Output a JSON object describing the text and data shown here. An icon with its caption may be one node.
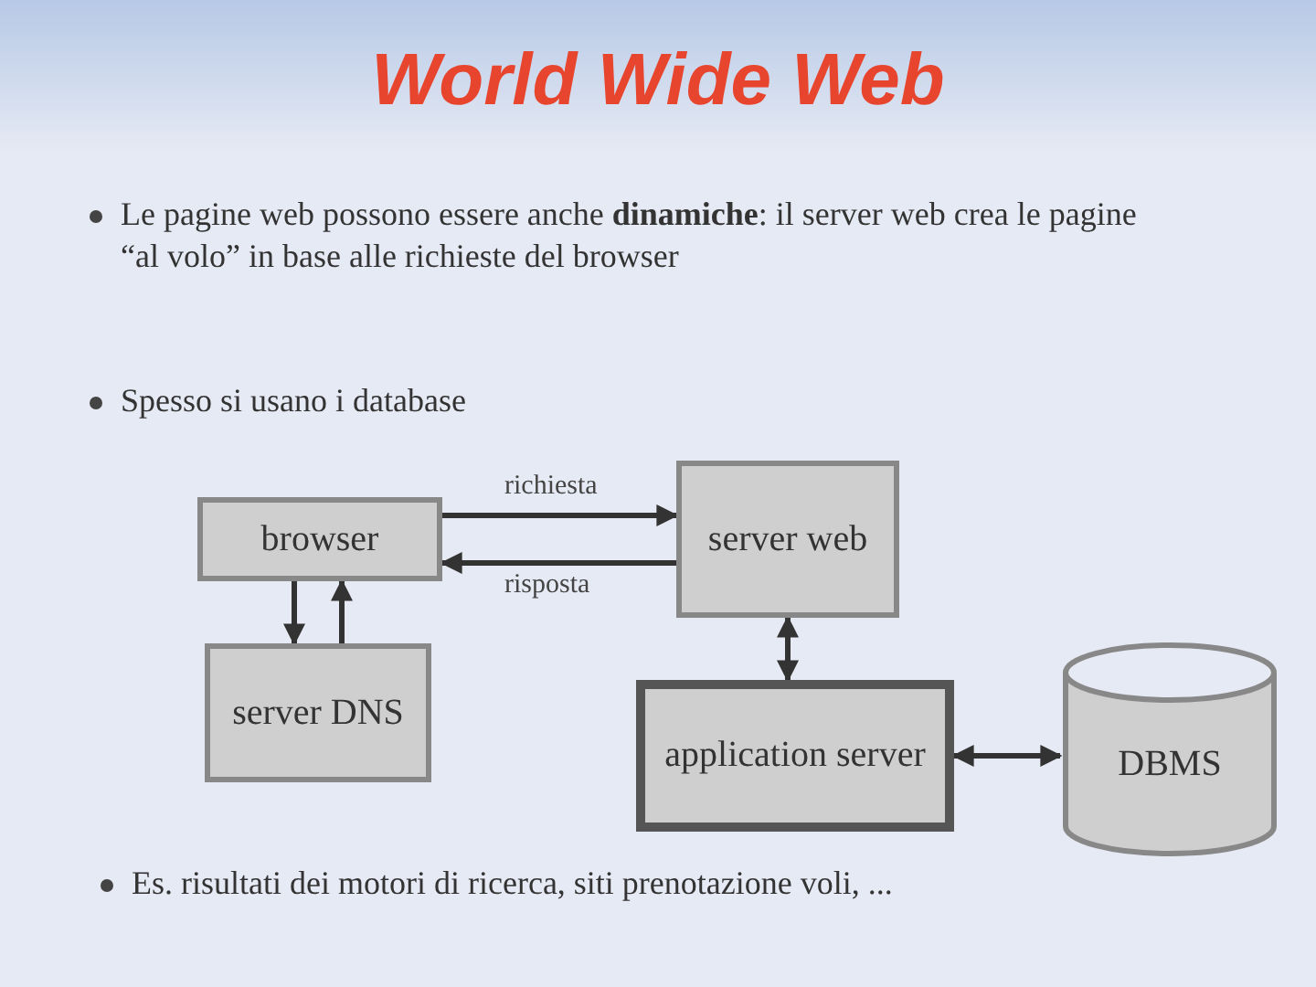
{
  "diagram": {
    "title": "World Wide Web",
    "nodes": [
      {
        "text": [
          "browser"
        ]
      },
      {
        "text": [
          "server web"
        ]
      },
      {
        "text": [
          "server DNS"
        ]
      },
      {
        "text": [
          "application server"
        ]
      },
      {
        "text": [
          "DBMS"
        ]
      }
    ],
    "edges": [
      {
        "from": 0,
        "to": 1,
        "arrow": "to",
        "label": "richiesta"
      },
      {
        "from": 1,
        "to": 0,
        "arrow": "to",
        "label": "risposta"
      },
      {
        "from": 0,
        "to": 2,
        "arrow": "to"
      },
      {
        "from": 2,
        "to": 0,
        "arrow": "to"
      },
      {
        "from": 3,
        "to": 1,
        "arrow": "both"
      },
      {
        "from": 3,
        "to": 4,
        "arrow": "both"
      }
    ],
    "labels": [
      "Le pagine web possono essere anche **dinamiche**: il server web crea le pagine “al volo” in base alle richieste del browser",
      "Spesso si usano i database",
      "Es. risultati dei motori di ricerca, siti prenotazione voli, ..."
    ]
  }
}
